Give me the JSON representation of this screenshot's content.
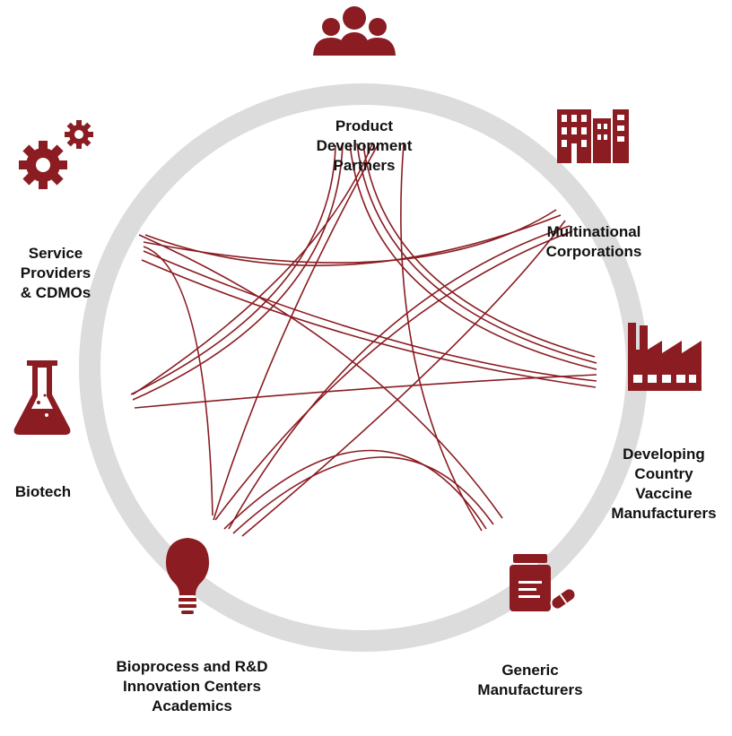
{
  "colors": {
    "accent": "#8a1c22",
    "ring": "#dcdcdc",
    "text": "#111111"
  },
  "nodes": [
    {
      "id": "product-development-partners",
      "icon": "people-group-icon",
      "lines": [
        "Product",
        "Development",
        "Partners"
      ]
    },
    {
      "id": "multinational-corporations",
      "icon": "office-building-icon",
      "lines": [
        "Multinational",
        "Corporations"
      ]
    },
    {
      "id": "developing-country-vaccine-manufacturers",
      "icon": "factory-icon",
      "lines": [
        "Developing",
        "Country",
        "Vaccine",
        "Manufacturers"
      ]
    },
    {
      "id": "generic-manufacturers",
      "icon": "pill-bottle-icon",
      "lines": [
        "Generic",
        "Manufacturers"
      ]
    },
    {
      "id": "bioprocess-innovation-centers",
      "icon": "lightbulb-icon",
      "lines": [
        "Bioprocess and R&D",
        "Innovation Centers",
        "Academics"
      ]
    },
    {
      "id": "biotech",
      "icon": "flask-icon",
      "lines": [
        "Biotech"
      ]
    },
    {
      "id": "service-providers-cdmos",
      "icon": "gears-icon",
      "lines": [
        "Service",
        "Providers",
        "& CDMOs"
      ]
    }
  ]
}
